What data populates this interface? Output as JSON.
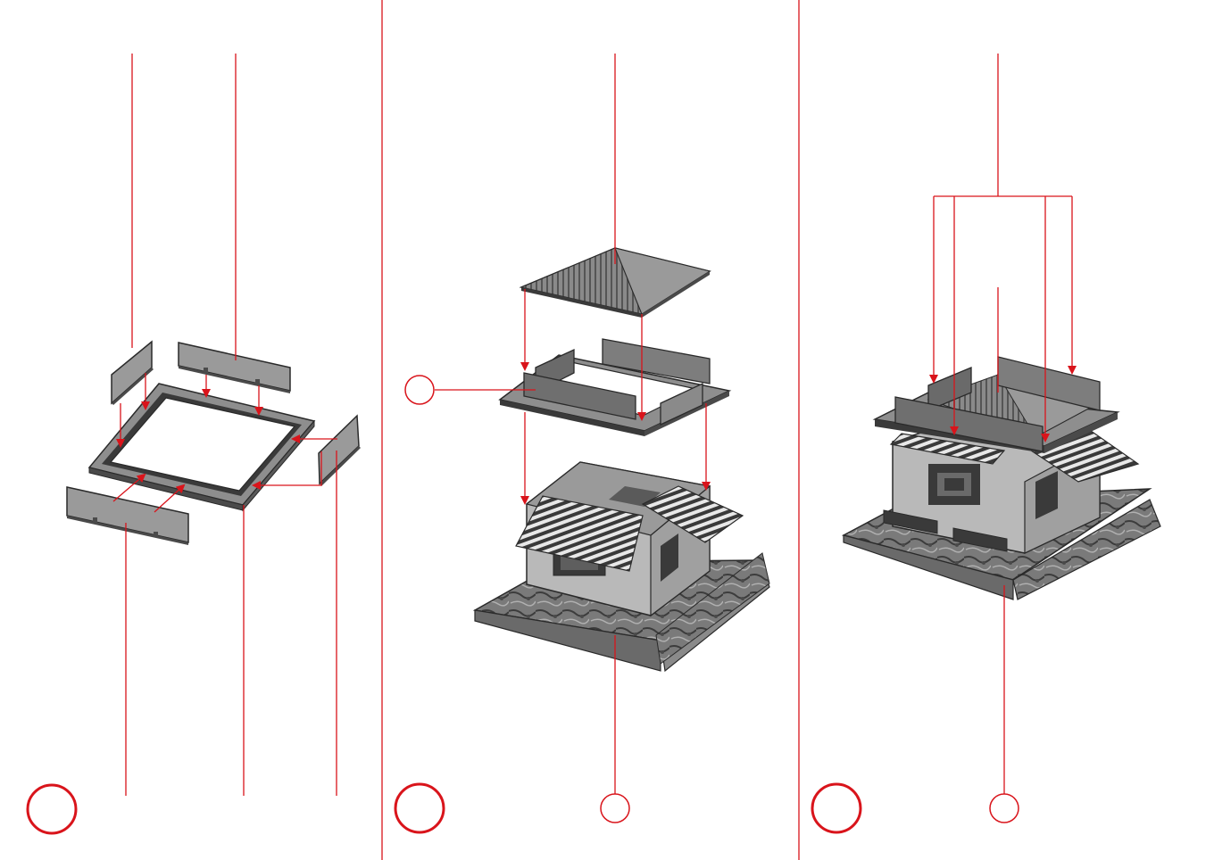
{
  "page": {
    "background": "#ffffff",
    "accent_color": "#d9141b",
    "part_fill_light": "#b9b9b9",
    "part_fill_mid": "#8e8e8e",
    "part_fill_dark": "#4a4a4a",
    "outline_color": "#2a2a2a"
  },
  "steps": [
    {
      "id": "step-1",
      "step_label": "",
      "parts": [
        "side-panel-left",
        "side-panel-back",
        "side-panel-front",
        "side-panel-right",
        "base-frame"
      ]
    },
    {
      "id": "step-2",
      "step_label": "",
      "callout_label": "",
      "bottom_callout_label": "",
      "parts": [
        "pyramid-roof",
        "parapet-frame",
        "house-with-awnings",
        "marble-base-plate"
      ]
    },
    {
      "id": "step-3",
      "step_label": "",
      "bottom_callout_label": "",
      "parts": [
        "assembled-kiosk"
      ]
    }
  ]
}
